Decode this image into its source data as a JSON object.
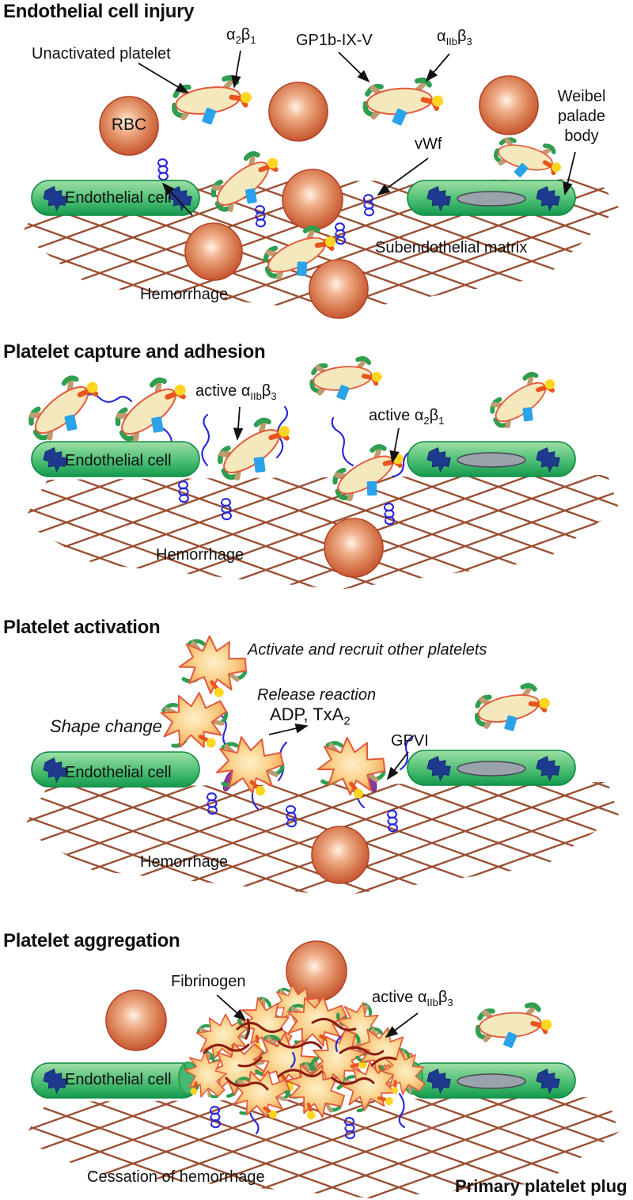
{
  "common": {
    "endothelial_cell": "Endothelial cell",
    "hemorrhage": "Hemorrhage",
    "rbc": "RBC",
    "active_prefix": "active ",
    "alpha": "α",
    "beta": "β",
    "sub1": "1",
    "sub2": "2",
    "sub3": "3",
    "subIIb": "IIb"
  },
  "p1": {
    "title": "Endothelial cell injury",
    "unactivated_platelet": "Unactivated platelet",
    "gp1b": "GP1b-IX-V",
    "weibel": "Weibel palade body",
    "vwf": "vWf",
    "subendothelial_matrix": "Subendothelial matrix"
  },
  "p2": {
    "title": "Platelet capture and adhesion"
  },
  "p3": {
    "title": "Platelet activation",
    "activate_recruit": "Activate and recruit other platelets",
    "shape_change": "Shape change",
    "release_reaction": "Release reaction",
    "adp_txa": "ADP, TxA",
    "adp_sub": "2",
    "gpvi": "GPVI"
  },
  "p4": {
    "title": "Platelet aggregation",
    "fibrinogen": "Fibrinogen",
    "cessation": "Cessation of hemorrhage",
    "primary_plug": "Primary platelet plug"
  },
  "colors": {
    "rbc_edge": "#c24e2a",
    "platelet_body": "#f5e8bd",
    "platelet_outline": "#e2593b",
    "activated_fill": "#f5b963",
    "endothelial_green": "#2fae62",
    "tight_junction_navy": "#1e3a8e",
    "weibel_gray": "#9aa2ab",
    "matrix_brown": "#9a4f33",
    "vwf_blue": "#2626d8",
    "fibrinogen_red": "#8b1c12",
    "gpvi_purple": "#8b3a9b",
    "receptor_green": "#2f9e4f",
    "receptor_tan": "#bf9b70",
    "receptor_blue": "#2aa3ea",
    "receptor_yellow": "#ffd61f",
    "receptor_orange": "#e8541e"
  }
}
